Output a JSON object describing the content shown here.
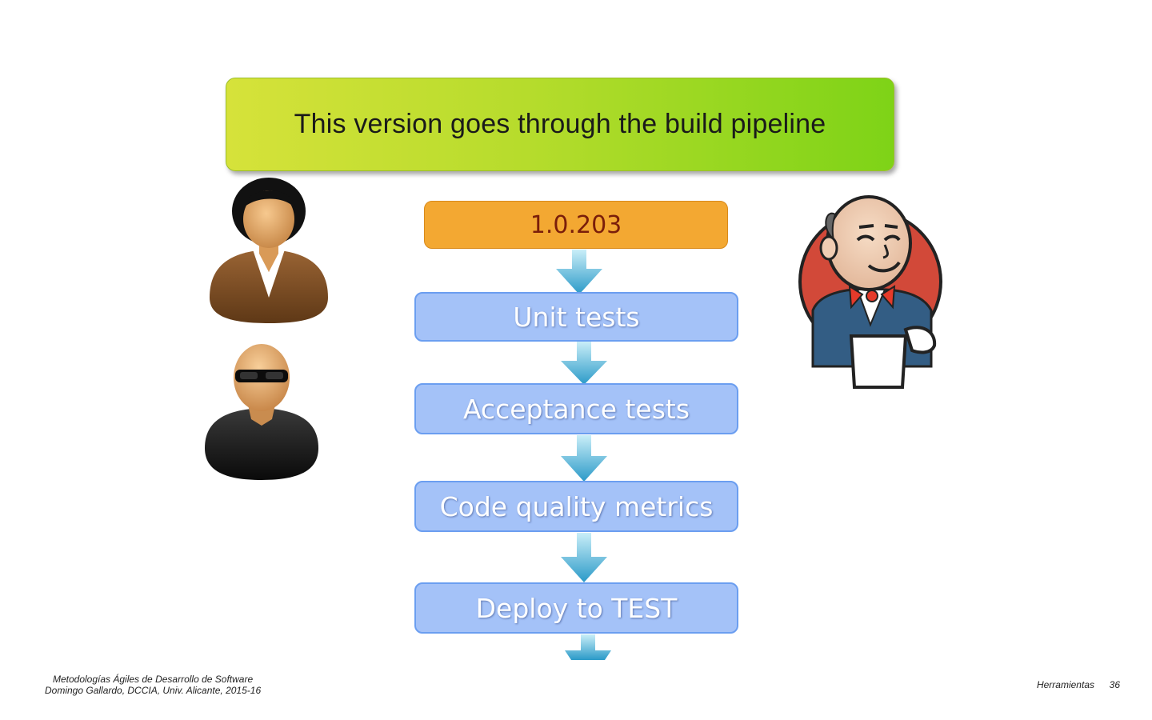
{
  "title": "This version goes through the build pipeline",
  "version": "1.0.203",
  "stages": [
    {
      "label": "Unit tests"
    },
    {
      "label": "Acceptance tests"
    },
    {
      "label": "Code quality metrics"
    },
    {
      "label": "Deploy to TEST"
    }
  ],
  "footer": {
    "course": "Metodologías Ágiles de Desarrollo de Software",
    "author": "Domingo Gallardo, DCCIA, Univ. Alicante, 2015-16",
    "section": "Herramientas",
    "page": "36"
  },
  "icons": {
    "person_1": "woman-user-icon",
    "person_2": "man-sunglasses-user-icon",
    "server": "jenkins-butler-icon"
  },
  "colors": {
    "banner_start": "#d6e23a",
    "banner_end": "#7ed317",
    "version_box": "#f3a832",
    "version_text": "#7a1e0a",
    "stage_fill": "#a4c2f8",
    "stage_border": "#6b9ef0",
    "arrow": "#4fb3dd"
  }
}
